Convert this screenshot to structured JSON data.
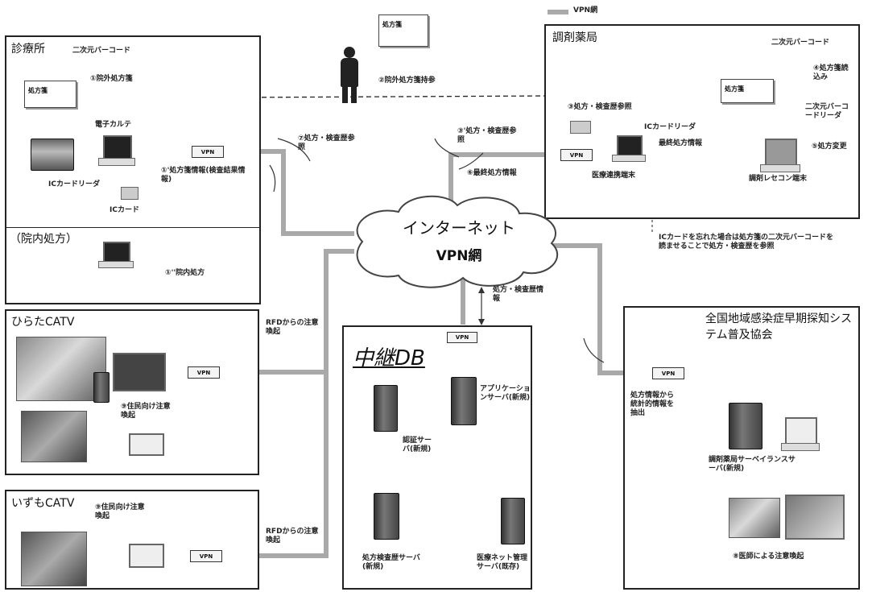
{
  "legend": {
    "label": "VPN網"
  },
  "clinic": {
    "title": "診療所",
    "barcode": "二次元バーコード",
    "doc": "処方箋",
    "step1": "①院外処方箋",
    "emr": "電子カルテ",
    "ic_reader": "ICカードリーダ",
    "ic_card": "ICカード",
    "step1b": "①'処方箋情報(検査結果情報)",
    "inhouse": "（院内処方）",
    "step1c": "①''院内処方"
  },
  "patient": {
    "doc": "処方箋",
    "step2": "②院外処方箋持参"
  },
  "clinic_ref": {
    "step7": "⑦処方・検査歴参照"
  },
  "pharmacy": {
    "title": "調剤薬局",
    "barcode": "二次元バーコード",
    "doc": "処方箋",
    "step4": "④処方箋読込み",
    "barcode2": "二次元バーコードリーダ",
    "step5": "⑤処方変更",
    "step3": "③処方・検査歴参照",
    "ic_reader": "ICカードリーダ",
    "final_info": "最終処方情報",
    "terminal": "医療連携端末",
    "recon": "調剤レセコン端末",
    "note": "ICカードを忘れた場合は処方箋の二次元バーコードを読ませることで処方・検査歴を参照"
  },
  "net_labels": {
    "step3b": "③'処方・検査歴参照",
    "step6": "⑥最終処方情報"
  },
  "internet": {
    "line1": "インターネット",
    "line2": "VPN網"
  },
  "relay_ref": "処方・検査歴情報",
  "hirata": {
    "title": "ひらたCATV",
    "step": "⑨住民向け注意喚起",
    "rfd": "RFDからの注意喚起"
  },
  "izumo": {
    "title": "いずもCATV",
    "step": "⑨住民向け注意喚起",
    "rfd": "RFDからの注意喚起"
  },
  "relaydb": {
    "title": "中継DB",
    "app": "アプリケーションサーバ(新規)",
    "auth": "認証サーバ(新規)",
    "prescription": "処方検査歴サーバ(新規)",
    "network": "医療ネット管理サーバ(既存)"
  },
  "assoc": {
    "title": "全国地域感染症早期探知システム普及協会",
    "flow": "処方情報から統計的情報を抽出",
    "server": "調剤薬局サーベイランスサーバ(新規)",
    "step8": "⑧医師による注意喚起"
  },
  "vpn_label": "VPN",
  "colors": {
    "vpn_line": "#a9a9a9",
    "border": "#222222"
  }
}
